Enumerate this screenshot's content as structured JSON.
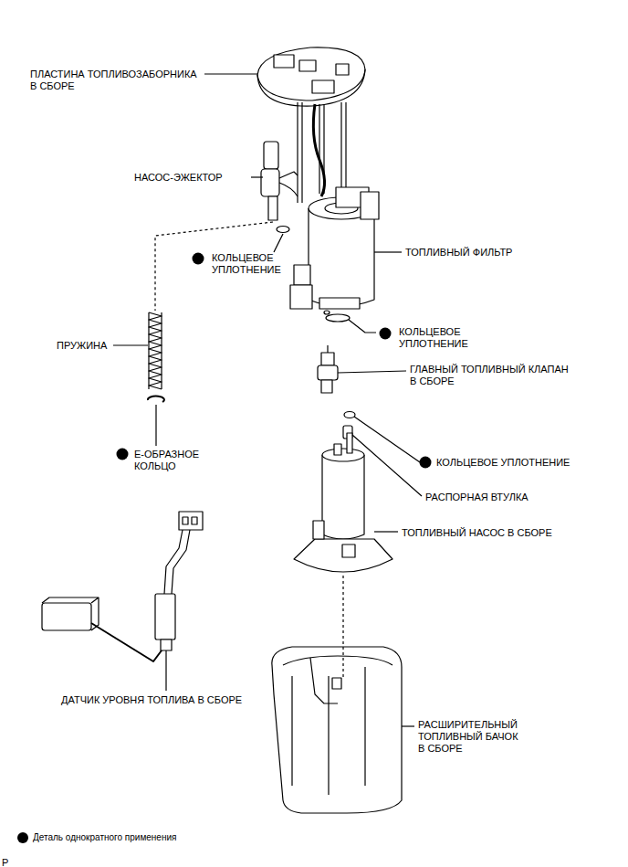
{
  "diagram": {
    "labels": [
      "ПЛАСТИНА ТОПЛИВОЗАБОРНИКА В СБОРЕ",
      "НАСОС-ЭЖЕКТОР",
      "КОЛЬЦЕВОЕ УПЛОТНЕНИЕ",
      "ТОПЛИВНЫЙ ФИЛЬТР",
      "КОЛЬЦЕВОЕ УПЛОТНЕНИЕ",
      "ПРУЖИНА",
      "ГЛАВНЫЙ ТОПЛИВНЫЙ КЛАПАН В СБОРЕ",
      "КОЛЬЦЕВОЕ УПЛОТНЕНИЕ",
      "Е-ОБРАЗНОЕ КОЛЬЦО",
      "РАСПОРНАЯ ВТУЛКА",
      "ТОПЛИВНЫЙ НАСОС В СБОРЕ",
      "ДАТЧИК УРОВНЯ ТОПЛИВА В СБОРЕ",
      "РАСШИРИТЕЛЬНЫЙ ТОПЛИВНЫЙ БАЧОК В СБОРЕ",
      "P"
    ],
    "legend": [
      {
        "text": "Деталь однократного применения"
      }
    ]
  }
}
